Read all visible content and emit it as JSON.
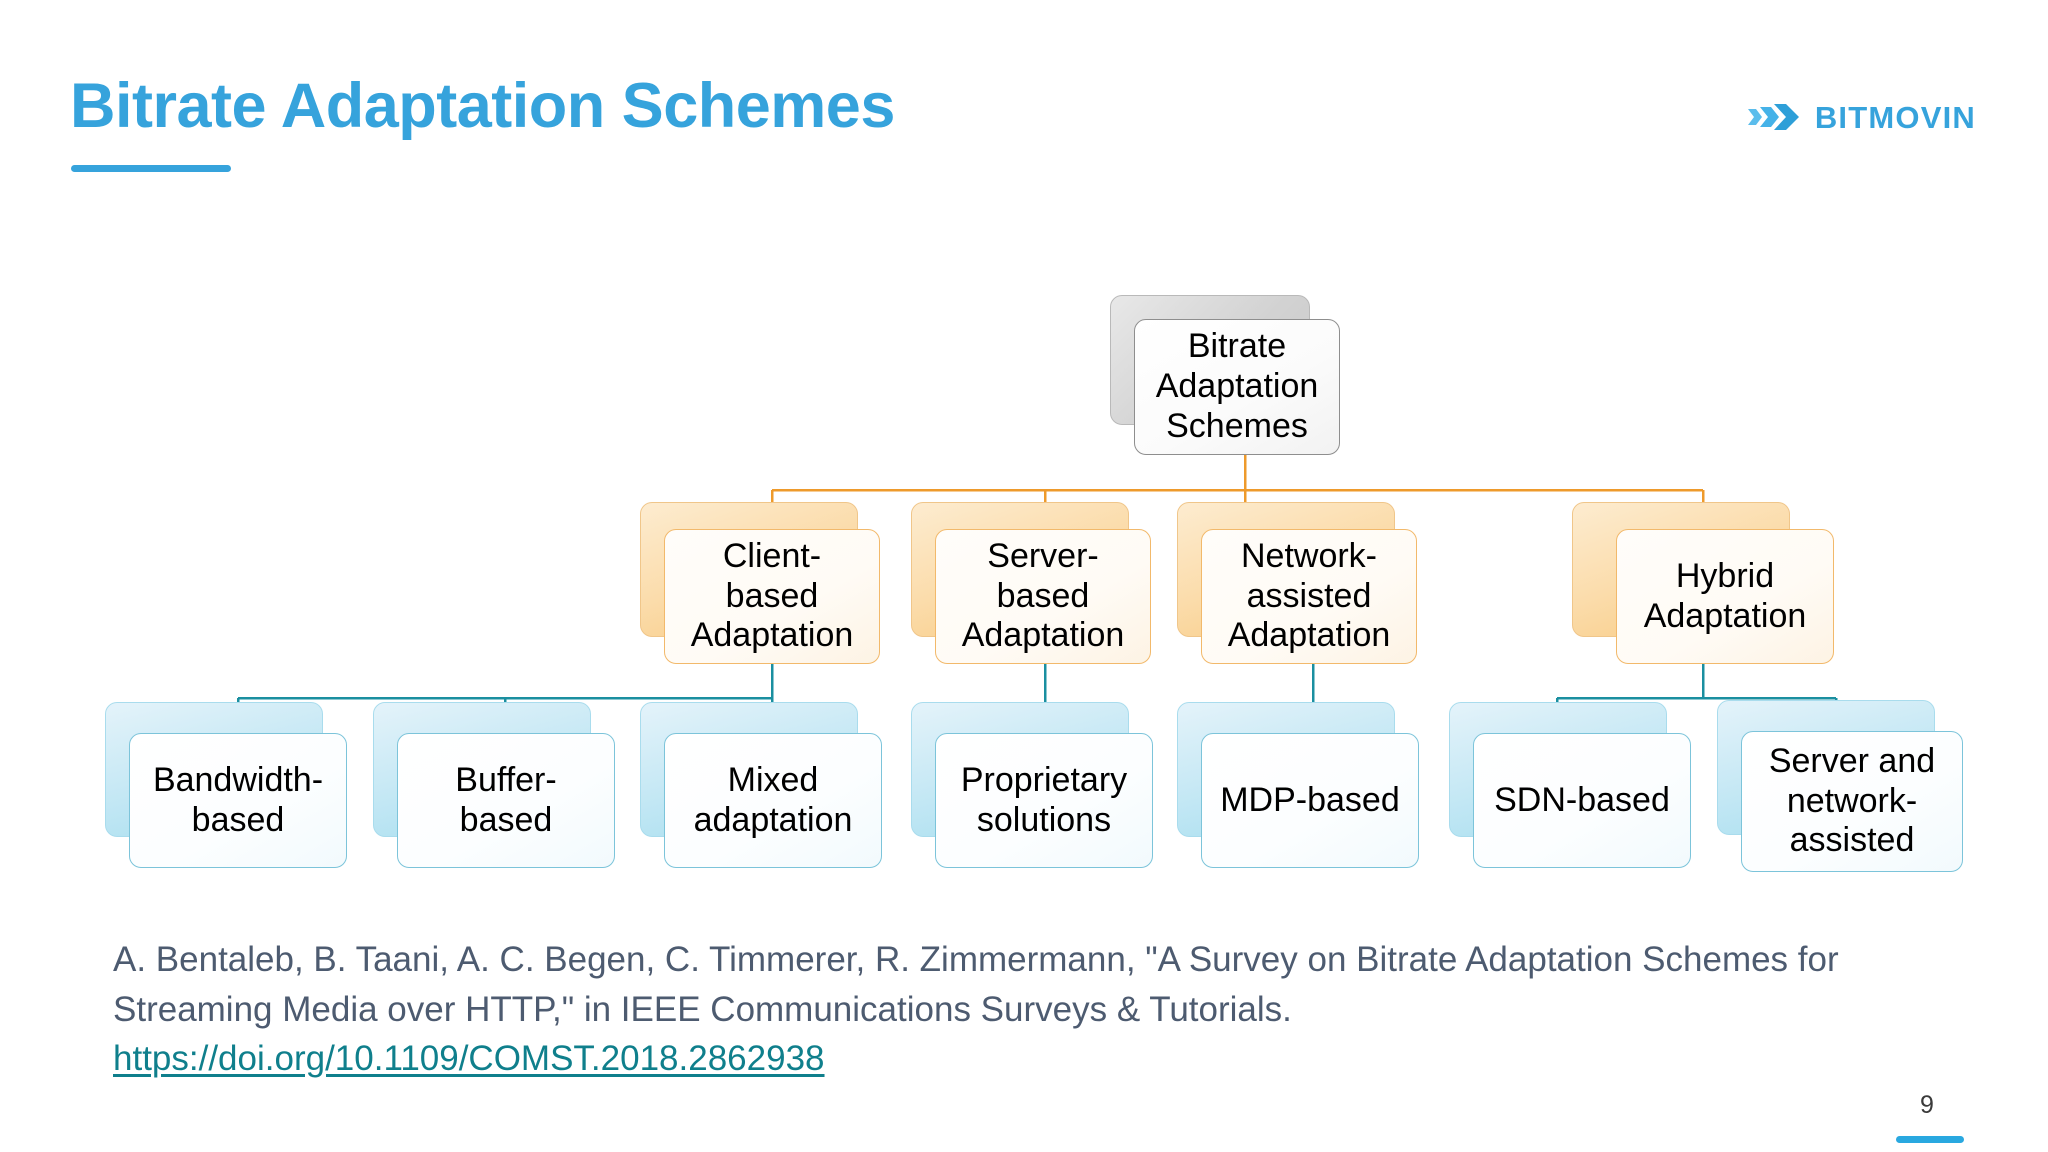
{
  "slide": {
    "title": "Bitrate Adaptation Schemes",
    "page_number": "9",
    "accent_color": "#36a3dc",
    "footer_bar_color": "#29a8e0"
  },
  "brand": {
    "name": "BITMOVIN",
    "mark_icon": "double-chevron-right-icon",
    "color": "#36a3dc"
  },
  "diagram": {
    "type": "tree",
    "root": {
      "label": "Bitrate\nAdaptation\nSchemes",
      "line1": "Bitrate",
      "line2": "Adaptation",
      "line3": "Schemes",
      "style": "gray"
    },
    "level2_connector_color": "#ee9a2b",
    "level3_connector_color": "#1a8fa0",
    "level2": [
      {
        "id": "client-based-adaptation",
        "line1": "Client-",
        "line2": "based",
        "line3": "Adaptation",
        "style": "orange",
        "children": [
          "bandwidth-based",
          "buffer-based",
          "mixed-adaptation"
        ]
      },
      {
        "id": "server-based-adaptation",
        "line1": "Server-",
        "line2": "based",
        "line3": "Adaptation",
        "style": "orange",
        "children": [
          "proprietary-solutions"
        ]
      },
      {
        "id": "network-assisted-adaptation",
        "line1": "Network-",
        "line2": "assisted",
        "line3": "Adaptation",
        "style": "orange",
        "children": [
          "mdp-based"
        ]
      },
      {
        "id": "hybrid-adaptation",
        "line1": "Hybrid",
        "line2": "Adaptation",
        "line3": "",
        "style": "orange",
        "children": [
          "sdn-based",
          "server-and-network-assisted"
        ]
      }
    ],
    "level3": [
      {
        "id": "bandwidth-based",
        "line1": "Bandwidth-",
        "line2": "based",
        "line3": "",
        "style": "blue"
      },
      {
        "id": "buffer-based",
        "line1": "Buffer-",
        "line2": "based",
        "line3": "",
        "style": "blue"
      },
      {
        "id": "mixed-adaptation",
        "line1": "Mixed",
        "line2": "adaptation",
        "line3": "",
        "style": "blue"
      },
      {
        "id": "proprietary-solutions",
        "line1": "Proprietary",
        "line2": "solutions",
        "line3": "",
        "style": "blue"
      },
      {
        "id": "mdp-based",
        "line1": "MDP-based",
        "line2": "",
        "line3": "",
        "style": "blue"
      },
      {
        "id": "sdn-based",
        "line1": "SDN-based",
        "line2": "",
        "line3": "",
        "style": "blue"
      },
      {
        "id": "server-and-network-assisted",
        "line1": "Server and",
        "line2": "network-",
        "line3": "assisted",
        "style": "blue"
      }
    ]
  },
  "citation": {
    "text": "A. Bentaleb, B. Taani, A. C. Begen, C. Timmerer, R. Zimmermann, \"A Survey on Bitrate Adaptation Schemes for Streaming Media over HTTP,\" in IEEE Communications Surveys & Tutorials. ",
    "link_text": "https://doi.org/10.1109/COMST.2018.2862938",
    "link_color": "#0f7f8c",
    "text_color": "#4d5b70"
  }
}
